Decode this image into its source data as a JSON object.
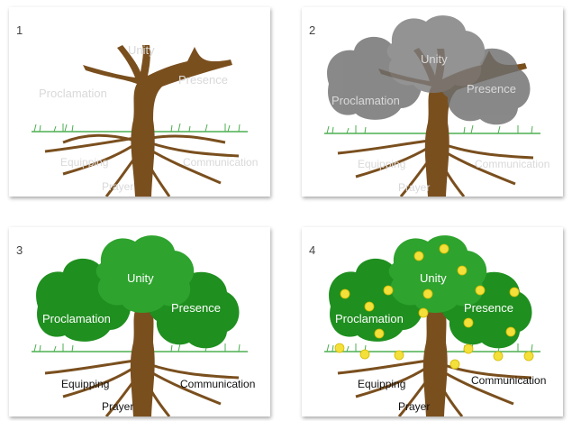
{
  "panels": [
    {
      "number": "1",
      "labels": {
        "unity": "Unity",
        "presence": "Presence",
        "proclamation": "Proclamation",
        "equipping": "Equipping",
        "communication": "Communication",
        "prayer": "Prayer"
      }
    },
    {
      "number": "2",
      "labels": {
        "unity": "Unity",
        "presence": "Presence",
        "proclamation": "Proclamation",
        "equipping": "Equipping",
        "communication": "Communication",
        "prayer": "Prayer"
      }
    },
    {
      "number": "3",
      "labels": {
        "unity": "Unity",
        "presence": "Presence",
        "proclamation": "Proclamation",
        "equipping": "Equipping",
        "communication": "Communication",
        "prayer": "Prayer"
      }
    },
    {
      "number": "4",
      "labels": {
        "unity": "Unity",
        "presence": "Presence",
        "proclamation": "Proclamation",
        "equipping": "Equipping",
        "communication": "Communication",
        "prayer": "Prayer"
      }
    }
  ],
  "colors": {
    "trunk": "#7a4f1e",
    "grass": "#4caf50",
    "canopy_gray": "#6f6f6f",
    "canopy_green": "#1f8f1f",
    "canopy_green_light": "#2ea32e",
    "fruit": "#f3e03a",
    "faded_text": "#d9d9d9"
  }
}
